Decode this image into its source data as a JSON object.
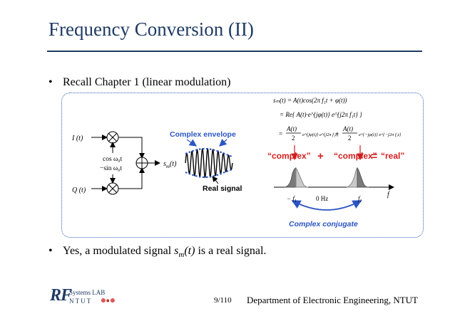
{
  "slide": {
    "title": "Frequency Conversion (II)",
    "bullet1": "Recall Chapter 1 (linear modulation)",
    "bullet2_prefix": "Yes, a modulated signal ",
    "bullet2_sym": "s",
    "bullet2_sub": "m",
    "bullet2_arg": "(t)",
    "bullet2_suffix": " is a real signal.",
    "page": "9/110",
    "department": "Department of Electronic Engineering, NTUT"
  },
  "logo": {
    "big": "RF",
    "line1": "Systems LAB",
    "line2": "N T U T"
  },
  "block_diagram": {
    "input_i": "I (t)",
    "input_q": "Q (t)",
    "lo_cos": "cos ω₀t",
    "lo_sin": "−sin ω₀t",
    "output": "s",
    "output_sub": "m",
    "output_arg": "(t)"
  },
  "labels": {
    "complex_envelope": "Complex envelope",
    "real_signal": "Real signal",
    "complex_left": "“complex”",
    "plus": "+",
    "complex_right": "“complex”",
    "equals": "=",
    "real": "“real”",
    "complex_conjugate": "Complex conjugate",
    "neg_f1": "− f",
    "pos_f1": "f",
    "f1_sub": "1",
    "zero_hz": "0 Hz",
    "f_axis": "f"
  },
  "equations": {
    "eq1": "sₘ(t) = A(t)cos(2π f₁t + φ(t))",
    "eq2": "= Re{ A(t)·e^{jφ(t)} e^{j2π f₁t} }",
    "eq3_left_num": "A(t)",
    "eq3_left_den": "2",
    "eq3_left_exp": "e^{jφ(t)} e^{j2π f₁t}",
    "eq3_right_num": "A(t)",
    "eq3_right_den": "2",
    "eq3_right_exp": "e^{−jφ(t)} e^{−j2π f₁t}"
  },
  "colors": {
    "title": "#1f3a63",
    "accent_blue": "#2b55c2",
    "red": "#d21e1e",
    "panel_border": "#3a5fb0"
  }
}
